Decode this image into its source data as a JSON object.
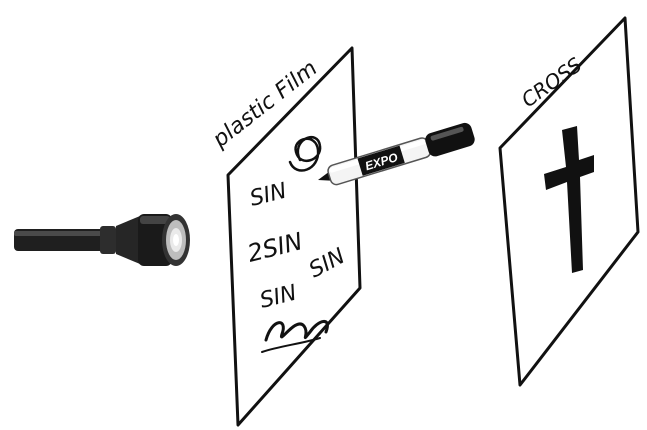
{
  "labels": {
    "film": "plastic Film",
    "cross": "CROSS",
    "marker_brand": "EXPO"
  },
  "film_writing": [
    "SIN",
    "2SIN",
    "SIN",
    "SIN"
  ],
  "icons": {
    "light_source": "flashlight-icon",
    "pen": "marker-icon",
    "symbol": "cross-icon",
    "scribble": "scribble-icon"
  },
  "colors": {
    "ink": "#111111",
    "paper": "#ffffff",
    "metal": "#2a2a2a",
    "marker_body": "#f4f4f4"
  }
}
